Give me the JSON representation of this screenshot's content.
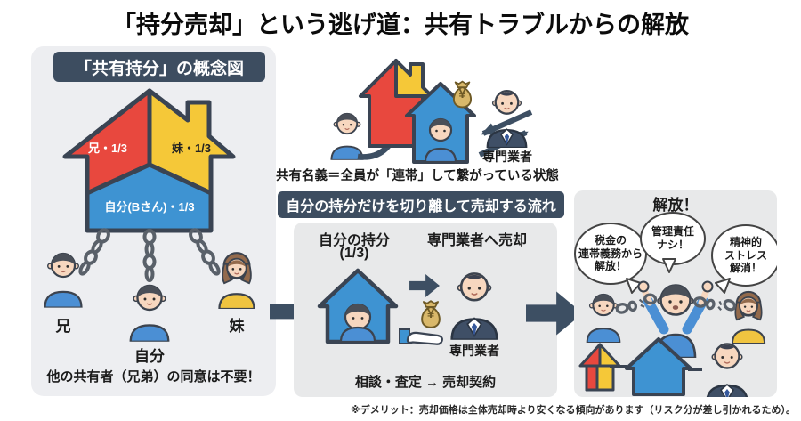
{
  "title": "「持分売却」という逃げ道：共有トラブルからの解放",
  "concept_panel": {
    "header": "「共有持分」の概念図",
    "house": {
      "brother_share": "兄・1/3",
      "sister_share": "妹・1/3",
      "self_share": "自分(Bさん)・1/3"
    },
    "people": {
      "brother": "兄",
      "self": "自分",
      "sister": "妹"
    },
    "note": "他の共有者（兄弟）の同意は不要！"
  },
  "joint_state": {
    "caption": "共有名義＝全員が「連帯」して繋がっている状態",
    "agent_label": "専門業者",
    "money_symbol": "¥"
  },
  "flow_panel": {
    "header": "自分の持分だけを切り離して売却する流れ",
    "my_share_line1": "自分の持分",
    "my_share_line2": "(1/3)",
    "sell_to": "専門業者へ売却",
    "money_symbol": "¥",
    "agent_label": "専門業者",
    "steps": "相談・査定 → 売却契約"
  },
  "release_panel": {
    "title": "解放！",
    "bubbles": [
      {
        "lines": [
          "税金の",
          "連帯義務から",
          "解放！"
        ]
      },
      {
        "lines": [
          "管理責任",
          "ナシ！"
        ]
      },
      {
        "lines": [
          "精神的",
          "ストレス",
          "解消！"
        ]
      }
    ]
  },
  "footer_note": "※デメリット：売却価格は全体売却時より安くなる傾向があります（リスク分が差し引かれるため）。",
  "colors": {
    "accent_navy": "#3d4d60",
    "panel_gray": "#e9eaec",
    "house_red": "#e8483e",
    "house_yellow": "#f5c838",
    "house_blue": "#3e93d2",
    "shirt_blue": "#4b8fd4",
    "suit_navy": "#3f4f66",
    "chain_gray": "#596069"
  }
}
